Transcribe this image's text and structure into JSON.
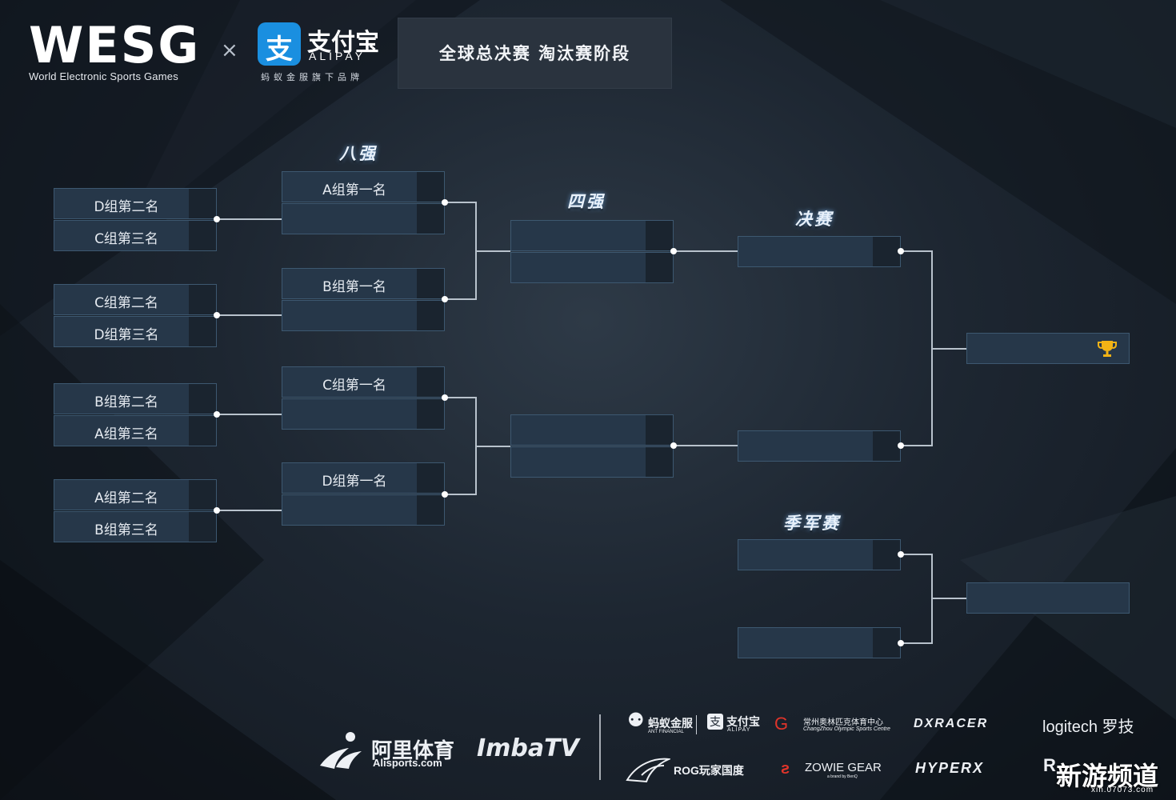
{
  "header": {
    "brand": "WESG",
    "brand_subtitle": "World Electronic Sports Games",
    "cross_symbol": "×",
    "partner_cn": "支付宝",
    "partner_en": "ALIPAY",
    "partner_tagline": "蚂蚁金服旗下品牌",
    "stage_title": "全球总决赛 淘汰赛阶段"
  },
  "rounds": {
    "round_of_8": "八强",
    "round_of_4": "四强",
    "final": "决赛",
    "third_place": "季军赛"
  },
  "round_of_16": [
    {
      "top": "D组第二名",
      "bottom": "C组第三名"
    },
    {
      "top": "C组第二名",
      "bottom": "D组第三名"
    },
    {
      "top": "B组第二名",
      "bottom": "A组第三名"
    },
    {
      "top": "A组第二名",
      "bottom": "B组第三名"
    }
  ],
  "quarterfinals": [
    {
      "top": "A组第一名",
      "bottom": ""
    },
    {
      "top": "B组第一名",
      "bottom": ""
    },
    {
      "top": "C组第一名",
      "bottom": ""
    },
    {
      "top": "D组第一名",
      "bottom": ""
    }
  ],
  "champion_icon": "trophy-icon",
  "sponsors": {
    "alisports_cn": "阿里体育",
    "alisports_en": "Alisports.com",
    "imbatv": "ImbaTV",
    "ant_financial": "蚂蚁金服",
    "ant_financial_en": "ANT FINANCIAL",
    "alipay_small": "支付宝",
    "alipay_small_en": "ALIPAY",
    "changzhou_cn": "常州奥林匹克体育中心",
    "changzhou_en": "ChangZhou Olympic Sports Centre",
    "dxracer": "DXRACER",
    "logitech": "logitech 罗技",
    "rog": "ROG玩家国度",
    "zowie": "ZOWIE GEAR",
    "zowie_sub": "a brand by BenQ",
    "hyperx": "HYPERX",
    "razer_partial": "R"
  },
  "watermark": {
    "cn": "新游频道",
    "url": "xin.07073.com"
  },
  "colors": {
    "slot_fill": "#263749",
    "slot_border": "#3d5870",
    "score_box": "#1a242f",
    "alipay_blue": "#1a8fe0",
    "trophy_gold": "#f2b316"
  }
}
